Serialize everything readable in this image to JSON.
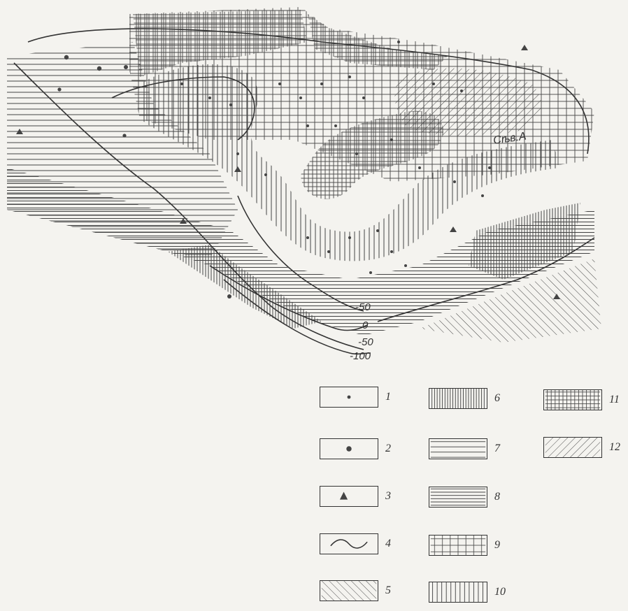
{
  "map": {
    "contour_labels": [
      "-50",
      "0",
      "-50",
      "-100"
    ],
    "place_label": "Сѣв.А"
  },
  "legend": {
    "items": [
      {
        "id": "1",
        "symbol": "small-dot-icon"
      },
      {
        "id": "2",
        "symbol": "large-dot-icon"
      },
      {
        "id": "3",
        "symbol": "triangle-icon"
      },
      {
        "id": "4",
        "symbol": "wavy-line-icon"
      },
      {
        "id": "5",
        "symbol": "diagonal-hatch-left-icon"
      },
      {
        "id": "6",
        "symbol": "dense-vertical-hatch-icon"
      },
      {
        "id": "7",
        "symbol": "double-horizontal-hatch-icon"
      },
      {
        "id": "8",
        "symbol": "dense-horizontal-hatch-icon"
      },
      {
        "id": "9",
        "symbol": "grid-hatch-icon"
      },
      {
        "id": "10",
        "symbol": "vertical-hatch-icon"
      },
      {
        "id": "11",
        "symbol": "dense-grid-hatch-icon"
      },
      {
        "id": "12",
        "symbol": "diagonal-hatch-right-icon"
      }
    ]
  },
  "colors": {
    "ink": "#333333",
    "paper": "#f4f3ef"
  }
}
